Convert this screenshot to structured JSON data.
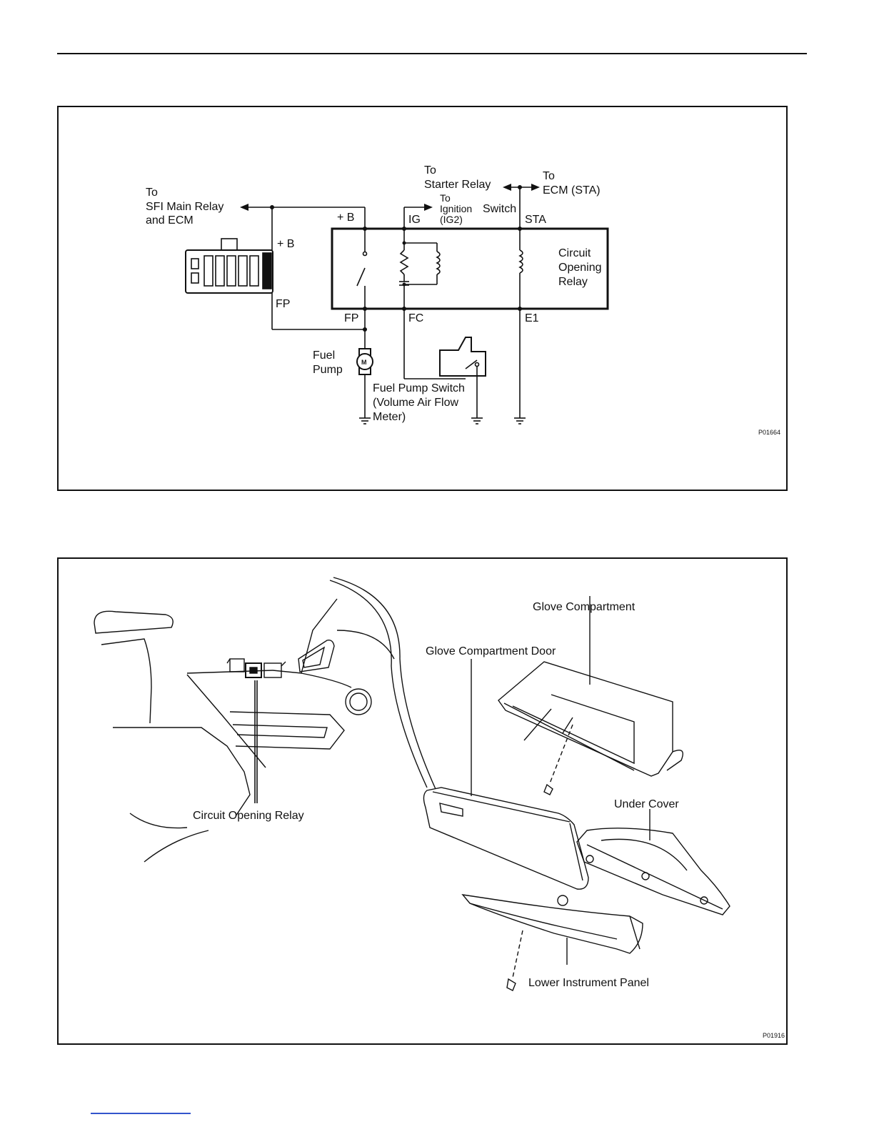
{
  "wiring_diagram": {
    "labels": {
      "to_sfi_line1": "To",
      "to_sfi_line2": "SFI Main Relay",
      "to_sfi_line3": "and ECM",
      "to_starter_line1": "To",
      "to_starter_line2": "Starter Relay",
      "to_ecm_line1": "To",
      "to_ecm_line2": "ECM (STA)",
      "to_ign_line1": "To",
      "to_ign_line2": "Ignition",
      "to_ign_switch": "Switch",
      "to_ign_line3": "(IG2)",
      "terminal_plus_b": "+ B",
      "terminal_ig": "IG",
      "terminal_sta": "STA",
      "connector_plus_b": "+ B",
      "connector_fp": "FP",
      "terminal_fp": "FP",
      "terminal_fc": "FC",
      "terminal_e1": "E1",
      "relay_line1": "Circuit",
      "relay_line2": "Opening",
      "relay_line3": "Relay",
      "pump_line1": "Fuel",
      "pump_line2": "Pump",
      "motor_symbol": "M",
      "switch_line1": "Fuel Pump Switch",
      "switch_line2": "(Volume Air Flow",
      "switch_line3": "Meter)"
    },
    "code": "P01664"
  },
  "location_diagram": {
    "labels": {
      "glove_compartment": "Glove Compartment",
      "glove_door": "Glove Compartment Door",
      "under_cover": "Under Cover",
      "circuit_opening_relay": "Circuit Opening Relay",
      "lower_panel": "Lower Instrument Panel"
    },
    "code": "P01916"
  }
}
